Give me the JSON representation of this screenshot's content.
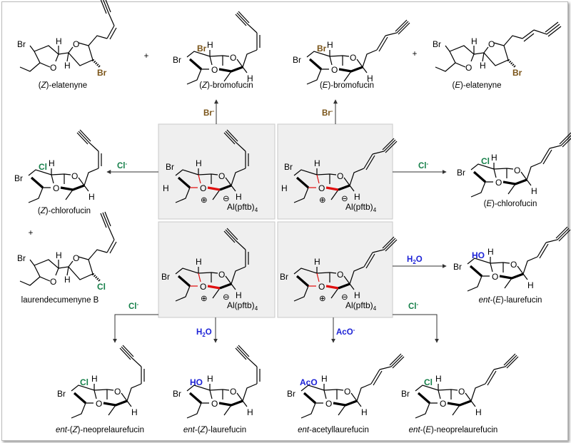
{
  "colors": {
    "bromide": "#7a5418",
    "chloride": "#16804a",
    "oxygen_nucleophile": "#1c22d6",
    "oxonium_bonds": "#e01010",
    "box": "#efefef"
  },
  "atoms": {
    "Br": "Br",
    "H": "H",
    "O": "O",
    "Cl": "Cl",
    "HO": "HO",
    "AcO": "AcO",
    "counterion": "Al(pftb)",
    "counterion_sub": "4",
    "plus": "⊕",
    "minus": "⊖"
  },
  "plus_sign": "+",
  "reagents": {
    "bromide": {
      "base": "Br",
      "charge": "-"
    },
    "chloride": {
      "base": "Cl",
      "charge": "-"
    },
    "water": {
      "h": "H",
      "sub": "2",
      "o": "O"
    },
    "acetate": {
      "base": "AcO",
      "charge": "-"
    }
  },
  "compounds": {
    "z_elatenyne": {
      "pre": "(",
      "it": "Z",
      "post": ")-elatenyne"
    },
    "z_bromofucin": {
      "pre": "(",
      "it": "Z",
      "post": ")-bromofucin"
    },
    "e_bromofucin": {
      "pre": "(",
      "it": "E",
      "post": ")-bromofucin"
    },
    "e_elatenyne": {
      "pre": "(",
      "it": "E",
      "post": ")-elatenyne"
    },
    "z_chlorofucin": {
      "pre": "(",
      "it": "Z",
      "post": ")-chlorofucin"
    },
    "e_chlorofucin": {
      "pre": "(",
      "it": "E",
      "post": ")-chlorofucin"
    },
    "laurendecumenyne_b": {
      "name": "laurendecumenyne B"
    },
    "ent_e_laurefucin": {
      "it1": "ent",
      "mid": "-(",
      "it2": "E",
      "post": ")-laurefucin"
    },
    "ent_z_neoprelaurefucin": {
      "it1": "ent",
      "mid": "-(",
      "it2": "Z",
      "post": ")-neoprelaurefucin"
    },
    "ent_z_laurefucin": {
      "it1": "ent",
      "mid": "-(",
      "it2": "Z",
      "post": ")-laurefucin"
    },
    "ent_acetyllaurefucin": {
      "it1": "ent",
      "post": "-acetyllaurefucin"
    },
    "ent_e_neoprelaurefucin": {
      "it1": "ent",
      "mid": "-(",
      "it2": "E",
      "post": ")-neoprelaurefucin"
    }
  }
}
